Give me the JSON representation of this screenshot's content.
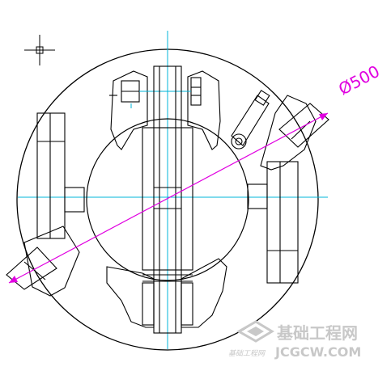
{
  "drawing": {
    "dimension_label": "Ø500",
    "colors": {
      "outline": "#000000",
      "centerline": "#00b4d8",
      "dimension": "#e000e0",
      "watermark": "#c8c8c8",
      "background": "#ffffff"
    }
  },
  "cursor": {
    "icon": "crosshair-cursor-icon"
  },
  "watermark": {
    "logo_icon": "jcgcw-diamond-logo-icon",
    "title_cn": "基础工程网",
    "site": "JCGCW.COM",
    "signature": "基础工程网"
  }
}
